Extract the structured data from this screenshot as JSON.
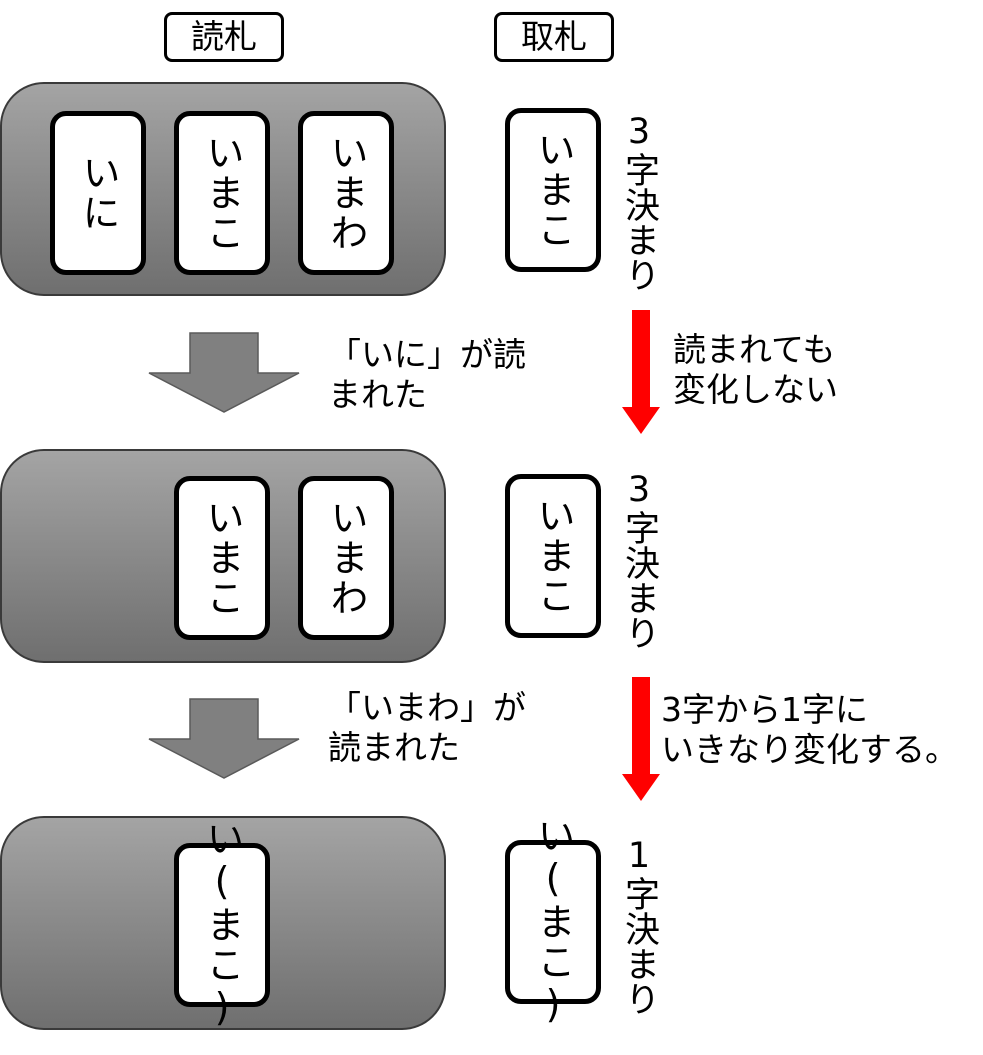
{
  "headers": {
    "reading_cards": "読札",
    "taking_cards": "取札"
  },
  "stages": [
    {
      "reading_cards": [
        "いに",
        "いまこ",
        "いまわ"
      ],
      "taking_card": "いまこ",
      "decision": "3字決まり"
    },
    {
      "reading_cards": [
        "いまこ",
        "いまわ"
      ],
      "taking_card": "いまこ",
      "decision": "3字決まり"
    },
    {
      "reading_cards": [
        "い(まこ)"
      ],
      "taking_card": "い(まこ)",
      "decision": "1字決まり"
    }
  ],
  "transitions": [
    {
      "event_line1": "「いに」が読",
      "event_line2": "まれた",
      "note_line1": "読まれても",
      "note_line2": "変化しない"
    },
    {
      "event_line1": "「いまわ」が",
      "event_line2": "読まれた",
      "note_line1": "3字から1字に",
      "note_line2": "いきなり変化する。"
    }
  ],
  "colors": {
    "tray_top": "#a4a4a4",
    "tray_bottom": "#6f6f6f",
    "gray_arrow": "#808080",
    "red_arrow": "#ff0000"
  }
}
